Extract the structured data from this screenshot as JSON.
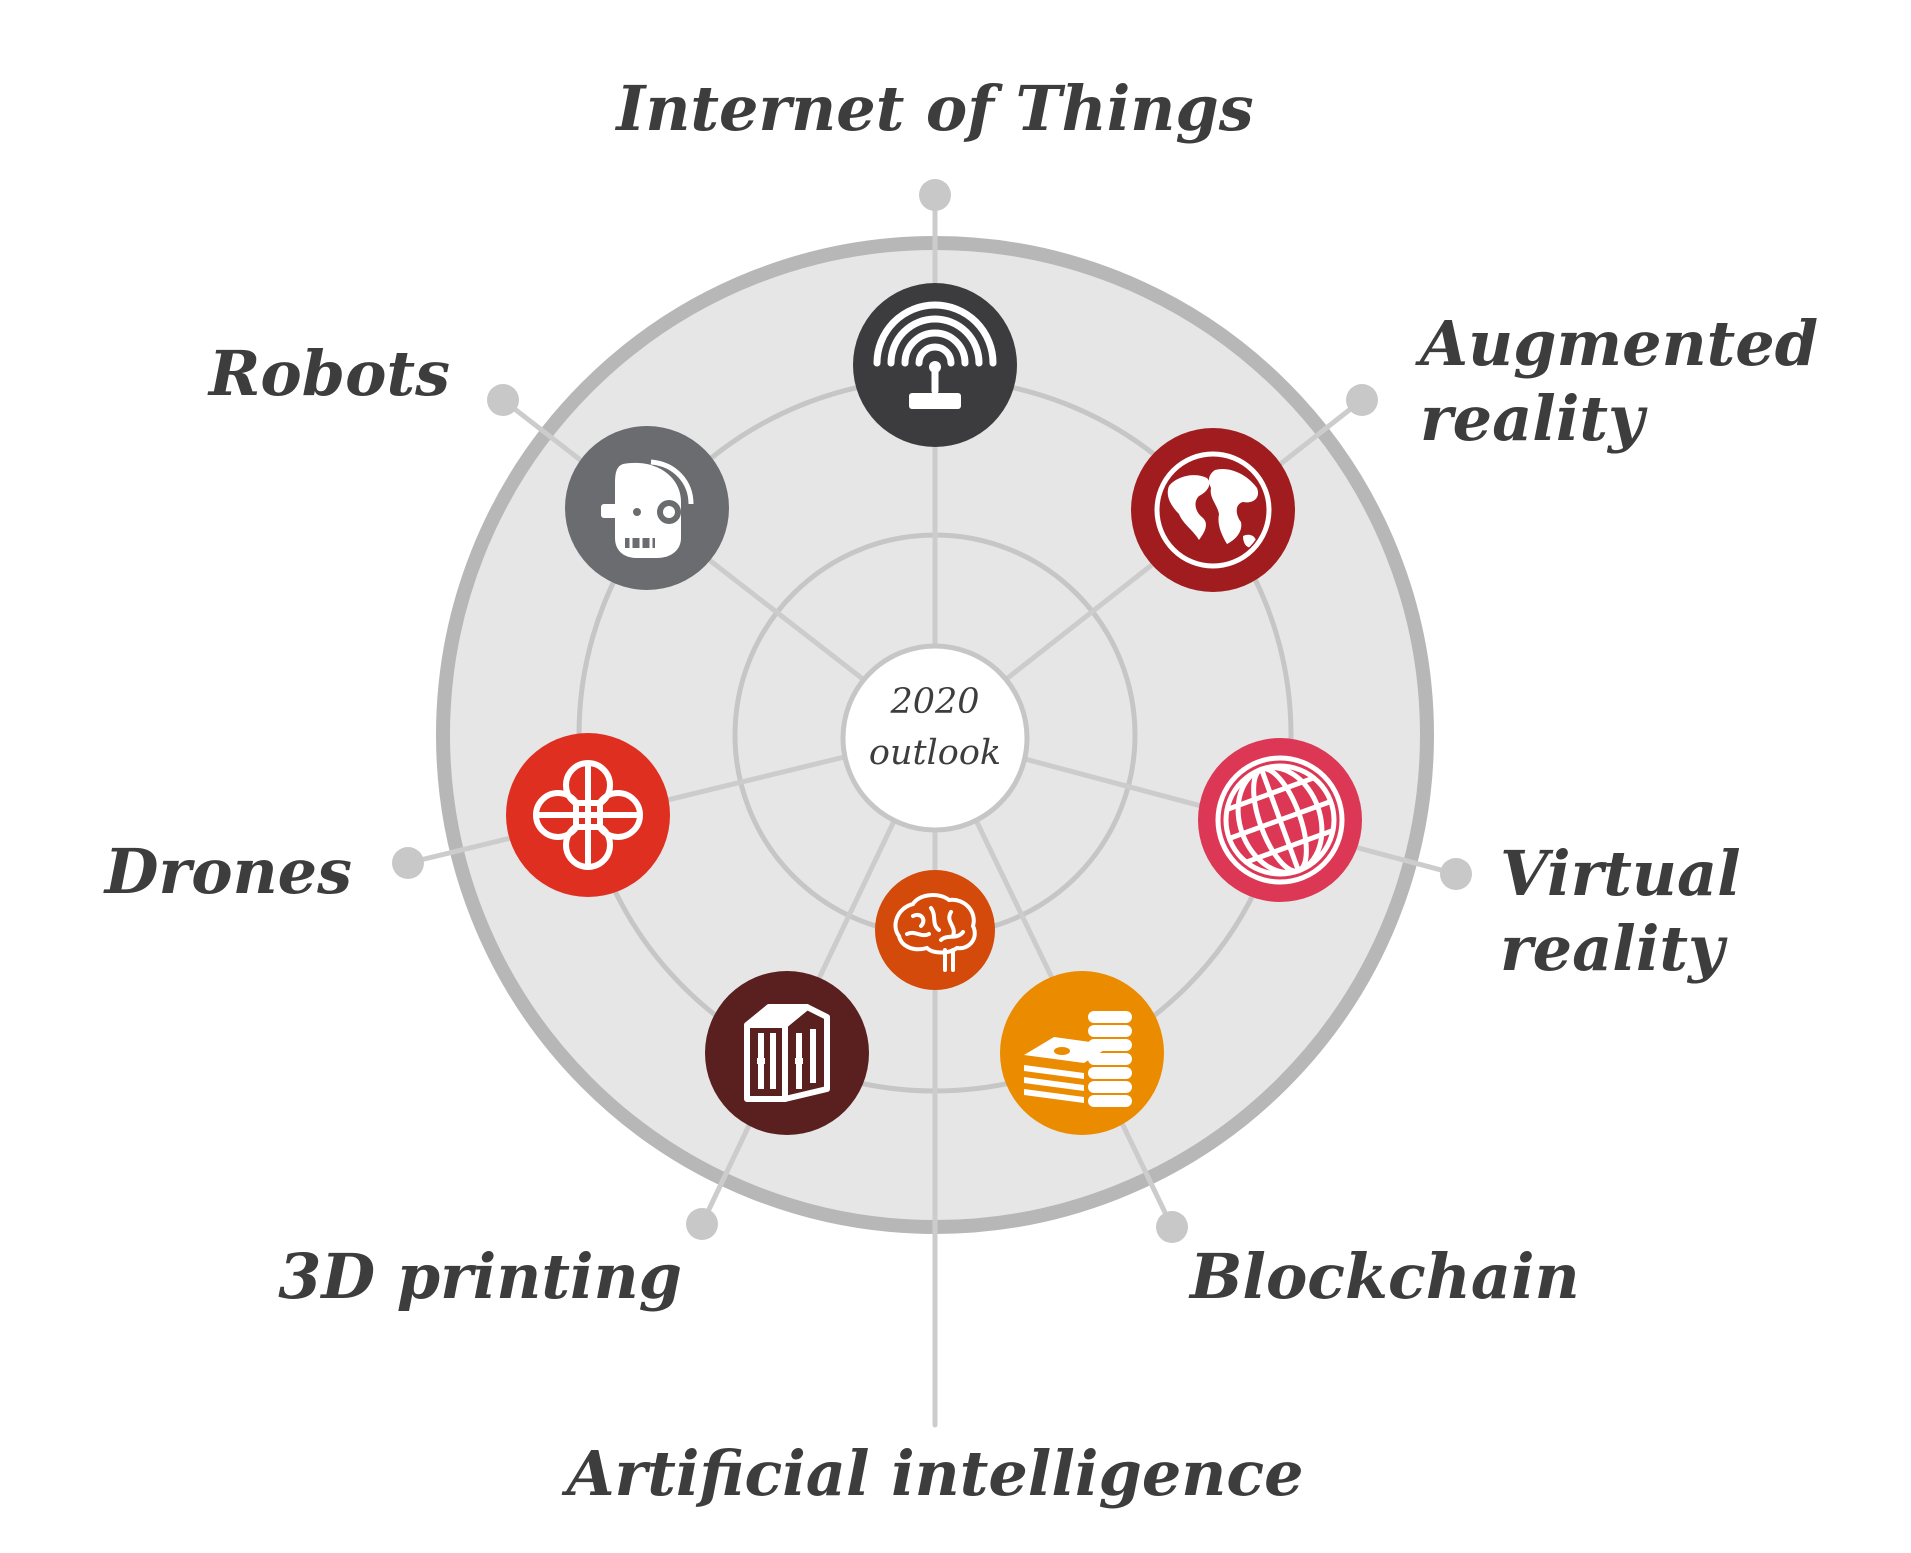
{
  "center": {
    "line1": "2020",
    "line2": "outlook"
  },
  "technologies": [
    {
      "key": "iot",
      "label_lines": [
        "Internet of Things"
      ],
      "icon": "antenna-icon",
      "color": "#3c3c3e"
    },
    {
      "key": "ar",
      "label_lines": [
        "Augmented",
        "reality"
      ],
      "icon": "globe-icon",
      "color": "#a01c1f"
    },
    {
      "key": "vr",
      "label_lines": [
        "Virtual",
        "reality"
      ],
      "icon": "wireframe-globe-icon",
      "color": "#dc3856"
    },
    {
      "key": "blockchain",
      "label_lines": [
        "Blockchain"
      ],
      "icon": "coins-stack-icon",
      "color": "#ea8b00"
    },
    {
      "key": "ai",
      "label_lines": [
        "Artificial intelligence"
      ],
      "icon": "brain-icon",
      "color": "#d34a0a"
    },
    {
      "key": "printing",
      "label_lines": [
        "3D printing"
      ],
      "icon": "printed-cube-icon",
      "color": "#5a1f1f"
    },
    {
      "key": "drones",
      "label_lines": [
        "Drones"
      ],
      "icon": "drone-icon",
      "color": "#de2f20"
    },
    {
      "key": "robots",
      "label_lines": [
        "Robots"
      ],
      "icon": "robot-head-icon",
      "color": "#6b6c70"
    }
  ],
  "colors": {
    "disc_fill": "#e6e6e6",
    "ring_stroke": "#c6c6c6",
    "outer_ring": "#b7b7b7",
    "spoke": "#cccccc",
    "text": "#3d3d3d"
  }
}
